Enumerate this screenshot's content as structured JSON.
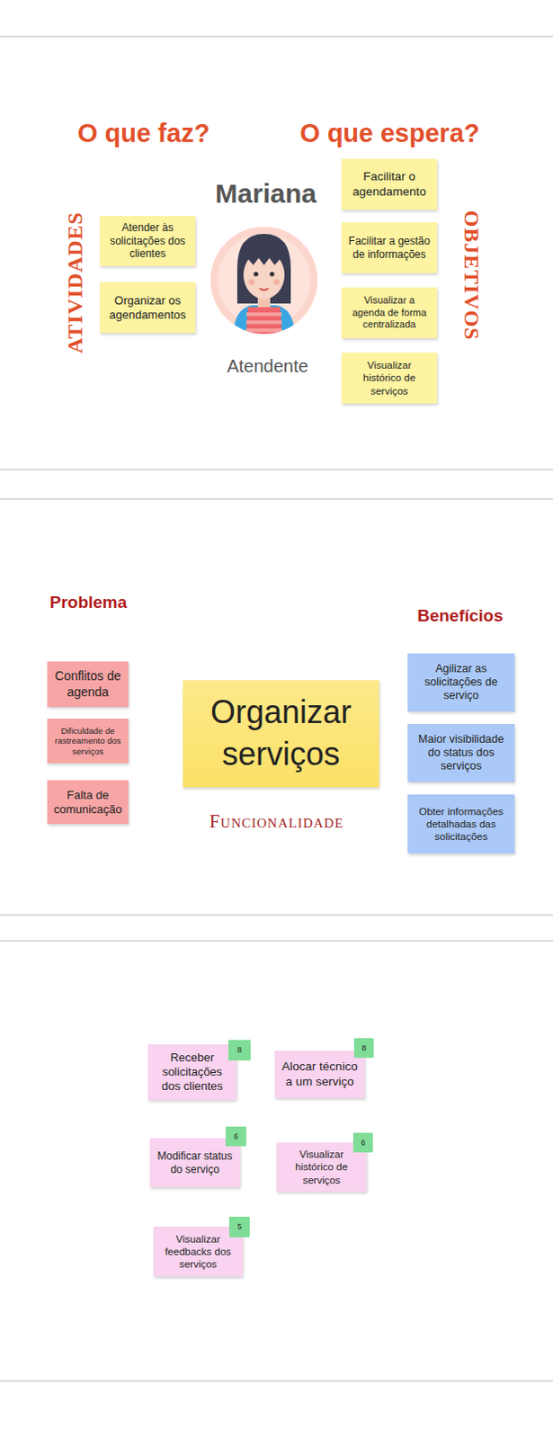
{
  "diagram": {
    "nodes": [
      {
        "text": [
          "Atender às solicitações dos clientes"
        ]
      },
      {
        "text": [
          "Organizar os agendamentos"
        ]
      },
      {
        "text": [
          "Facilitar o agendamento"
        ]
      },
      {
        "text": [
          "Facilitar a gestão de informações"
        ]
      },
      {
        "text": [
          "Visualizar a agenda de forma centralizada"
        ]
      },
      {
        "text": [
          "Visualizar histórico de serviços"
        ]
      },
      {
        "text": [
          "Conflitos de agenda"
        ]
      },
      {
        "text": [
          "Dificuldade de rastreamento dos serviços"
        ]
      },
      {
        "text": [
          "Falta de comunicação"
        ]
      },
      {
        "text": [
          "Organizar serviços"
        ]
      },
      {
        "text": [
          "Agilizar as solicitações de serviço"
        ]
      },
      {
        "text": [
          "Maior visibilidade do status dos serviços"
        ]
      },
      {
        "text": [
          "Obter informações detalhadas das solicitações"
        ]
      },
      {
        "text": [
          "Receber solicitações dos clientes"
        ]
      },
      {
        "text": [
          "8"
        ],
        "in": 13
      },
      {
        "text": [
          "Alocar técnico a um serviço"
        ]
      },
      {
        "text": [
          "8"
        ],
        "in": 15
      },
      {
        "text": [
          "Modificar status do serviço"
        ]
      },
      {
        "text": [
          "6"
        ],
        "in": 17
      },
      {
        "text": [
          "Visualizar histórico de serviços"
        ]
      },
      {
        "text": [
          "6"
        ],
        "in": 19
      },
      {
        "text": [
          "Visualizar feedbacks dos serviços"
        ]
      },
      {
        "text": [
          "5"
        ],
        "in": 21
      }
    ],
    "labels": [
      "O que faz?",
      "O que espera?",
      "Mariana",
      "Atendente",
      "ATIVIDADES",
      "OBJETIVOS",
      "Problema",
      "Benefícios",
      "Funcionalidade"
    ]
  }
}
